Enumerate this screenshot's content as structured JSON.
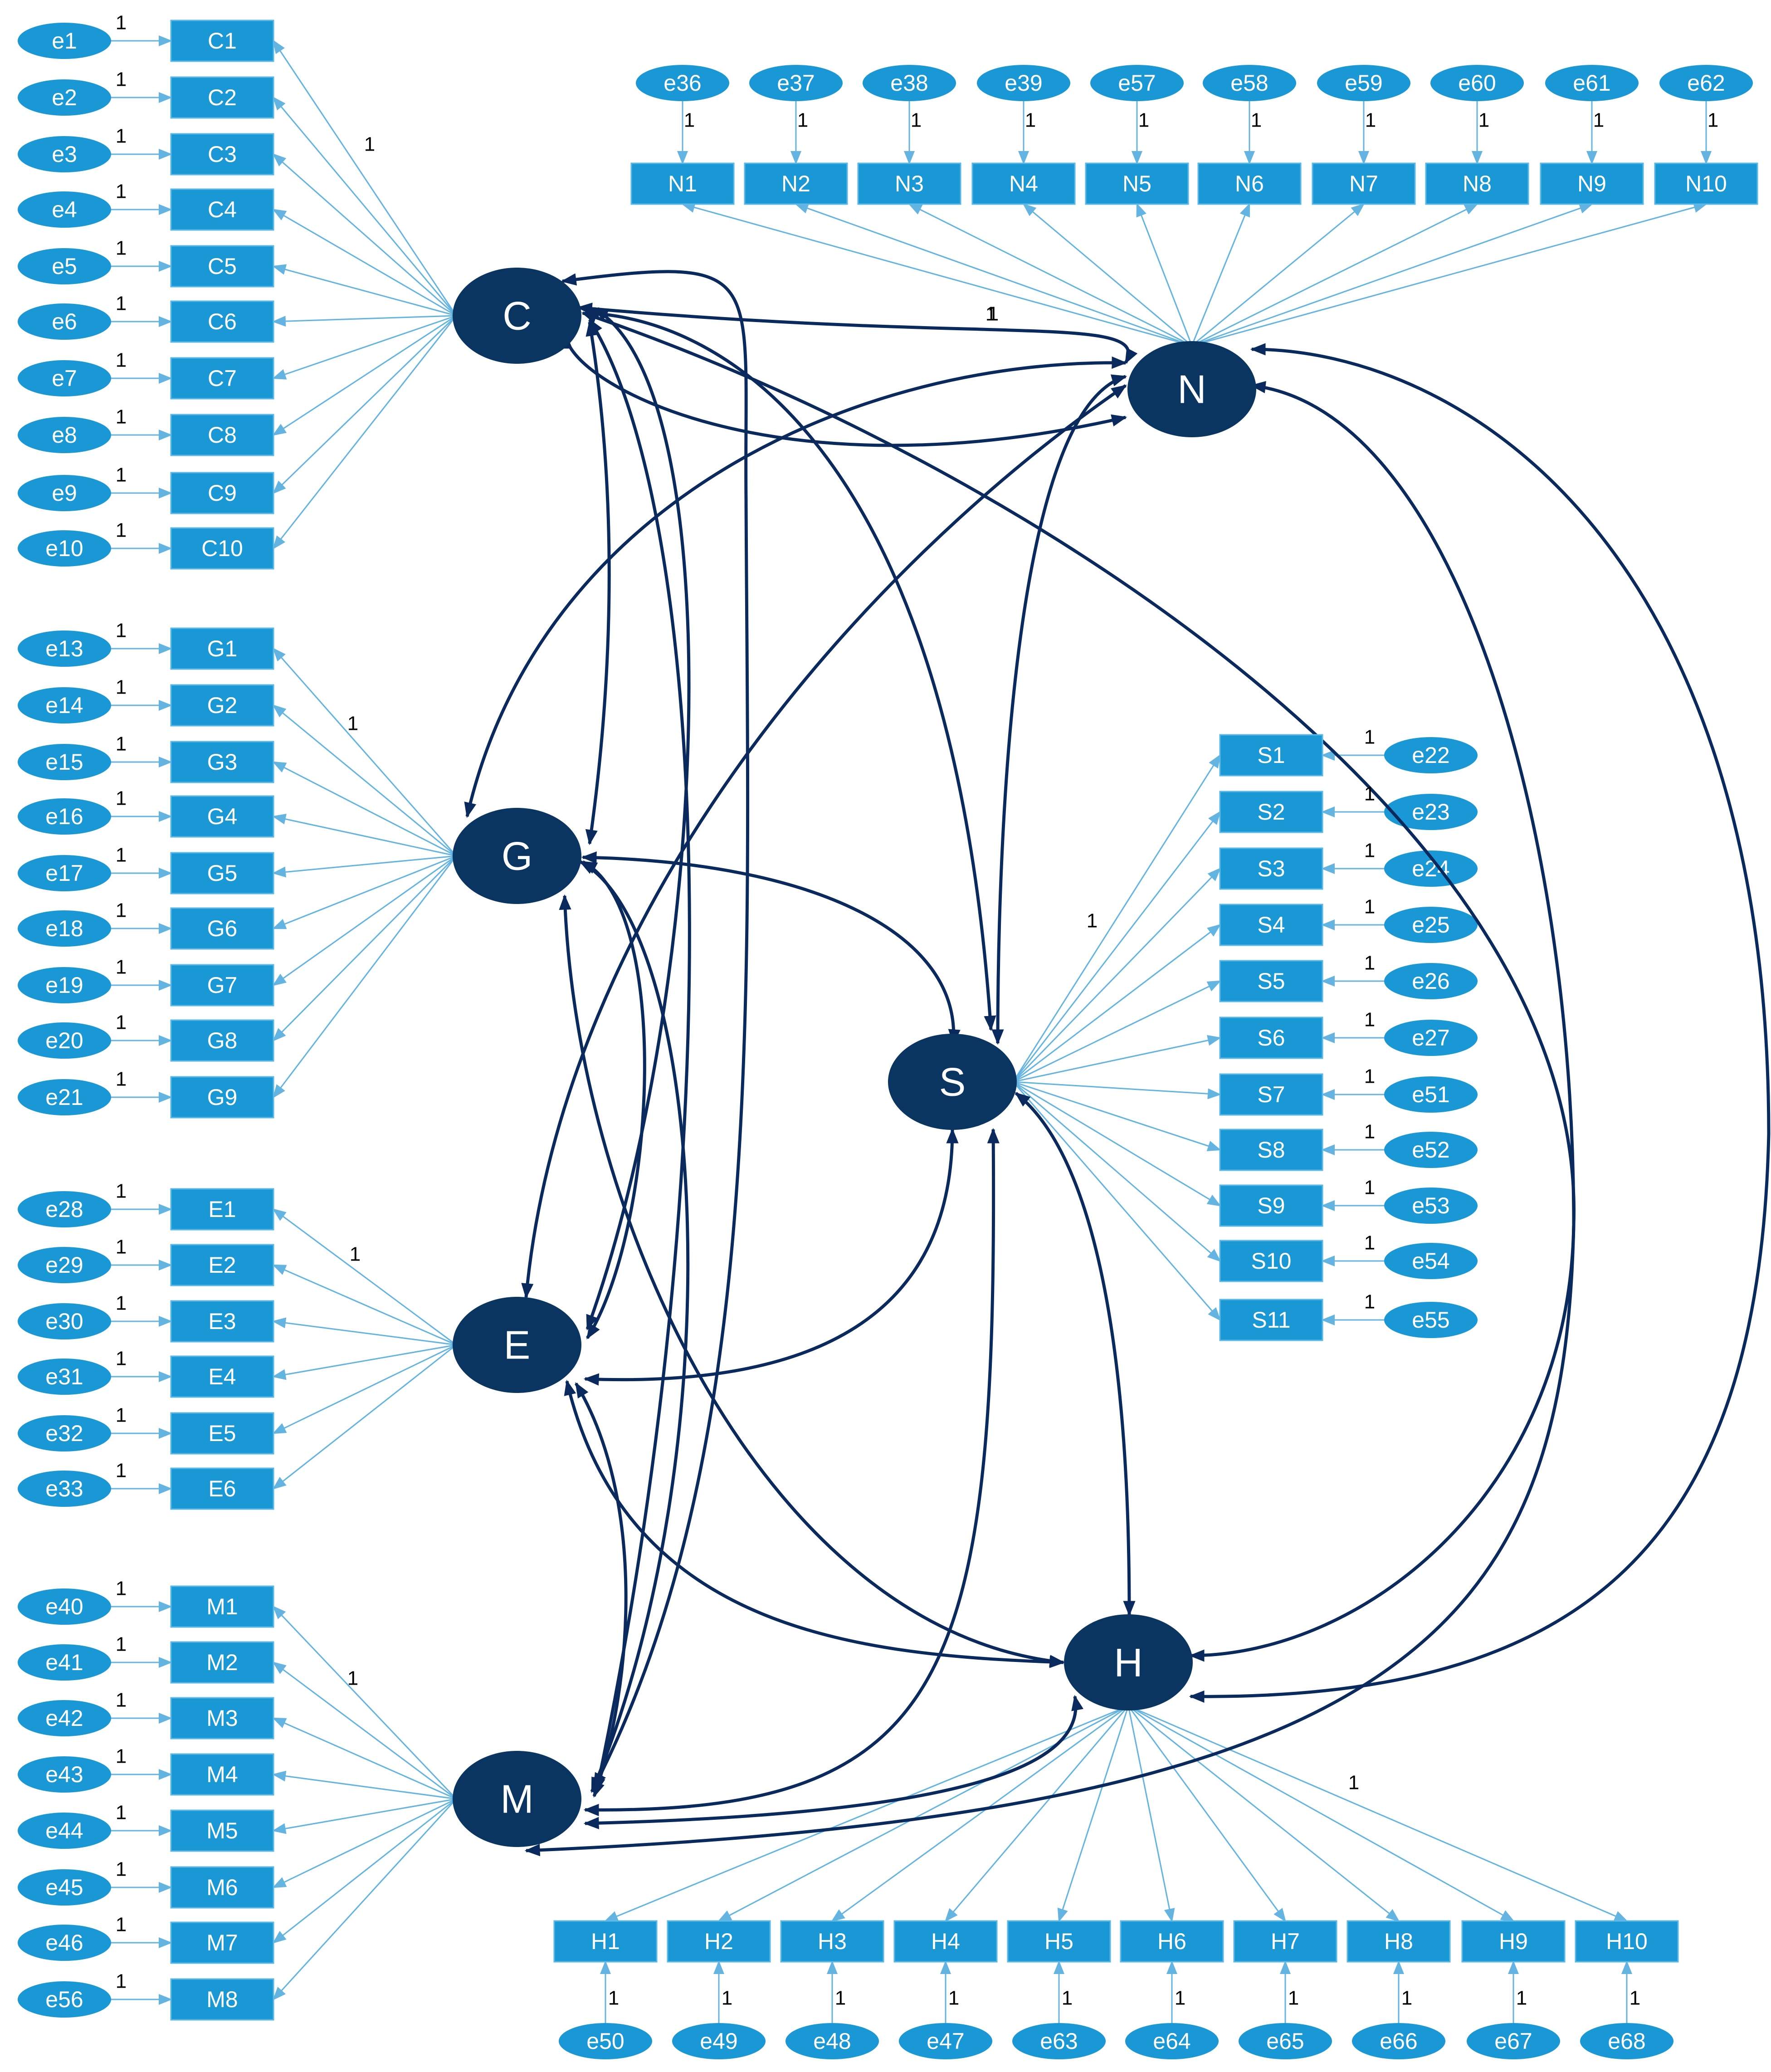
{
  "colors": {
    "background": "#ffffff",
    "latent_fill": "#0a3560",
    "latent_text": "#ffffff",
    "indicator_fill": "#1a98d5",
    "indicator_border": "#5bb9e6",
    "indicator_text": "#ffffff",
    "error_fill": "#1a98d5",
    "error_text": "#ffffff",
    "loading_line": "#64b4e2",
    "covariance_line": "#0a2a5e",
    "label_text": "#000000"
  },
  "loading_label": "1",
  "latents": [
    {
      "id": "C",
      "label": "C"
    },
    {
      "id": "N",
      "label": "N"
    },
    {
      "id": "G",
      "label": "G"
    },
    {
      "id": "S",
      "label": "S"
    },
    {
      "id": "E",
      "label": "E"
    },
    {
      "id": "H",
      "label": "H"
    },
    {
      "id": "M",
      "label": "M"
    }
  ],
  "indicator_groups": [
    {
      "latent": "C",
      "indicators": [
        "C1",
        "C2",
        "C3",
        "C4",
        "C5",
        "C6",
        "C7",
        "C8",
        "C9",
        "C10"
      ],
      "errors": [
        "e1",
        "e2",
        "e3",
        "e4",
        "e5",
        "e6",
        "e7",
        "e8",
        "e9",
        "e10"
      ]
    },
    {
      "latent": "G",
      "indicators": [
        "G1",
        "G2",
        "G3",
        "G4",
        "G5",
        "G6",
        "G7",
        "G8",
        "G9"
      ],
      "errors": [
        "e13",
        "e14",
        "e15",
        "e16",
        "e17",
        "e18",
        "e19",
        "e20",
        "e21"
      ]
    },
    {
      "latent": "E",
      "indicators": [
        "E1",
        "E2",
        "E3",
        "E4",
        "E5",
        "E6"
      ],
      "errors": [
        "e28",
        "e29",
        "e30",
        "e31",
        "e32",
        "e33"
      ]
    },
    {
      "latent": "M",
      "indicators": [
        "M1",
        "M2",
        "M3",
        "M4",
        "M5",
        "M6",
        "M7",
        "M8"
      ],
      "errors": [
        "e40",
        "e41",
        "e42",
        "e43",
        "e44",
        "e45",
        "e46",
        "e56"
      ]
    },
    {
      "latent": "N",
      "indicators": [
        "N1",
        "N2",
        "N3",
        "N4",
        "N5",
        "N6",
        "N7",
        "N8",
        "N9",
        "N10"
      ],
      "errors": [
        "e36",
        "e37",
        "e38",
        "e39",
        "e57",
        "e58",
        "e59",
        "e60",
        "e61",
        "e62"
      ]
    },
    {
      "latent": "S",
      "indicators": [
        "S1",
        "S2",
        "S3",
        "S4",
        "S5",
        "S6",
        "S7",
        "S8",
        "S9",
        "S10",
        "S11"
      ],
      "errors": [
        "e22",
        "e23",
        "e24",
        "e25",
        "e26",
        "e27",
        "e51",
        "e52",
        "e53",
        "e54",
        "e55"
      ]
    },
    {
      "latent": "H",
      "indicators": [
        "H1",
        "H2",
        "H3",
        "H4",
        "H5",
        "H6",
        "H7",
        "H8",
        "H9",
        "H10"
      ],
      "errors": [
        "e50",
        "e49",
        "e48",
        "e47",
        "e63",
        "e64",
        "e65",
        "e66",
        "e67",
        "e68"
      ]
    }
  ],
  "covariances": [
    [
      "C",
      "G"
    ],
    [
      "C",
      "E"
    ],
    [
      "C",
      "M"
    ],
    [
      "C",
      "N"
    ],
    [
      "C",
      "S"
    ],
    [
      "C",
      "M"
    ],
    [
      "N",
      "G"
    ],
    [
      "N",
      "E"
    ],
    [
      "N",
      "S"
    ],
    [
      "N",
      "H"
    ],
    [
      "N",
      "H"
    ],
    [
      "G",
      "S"
    ],
    [
      "G",
      "E"
    ],
    [
      "G",
      "M"
    ],
    [
      "G",
      "H"
    ],
    [
      "E",
      "S"
    ],
    [
      "E",
      "H"
    ],
    [
      "E",
      "M"
    ],
    [
      "S",
      "H"
    ],
    [
      "S",
      "M"
    ],
    [
      "M",
      "H"
    ]
  ]
}
